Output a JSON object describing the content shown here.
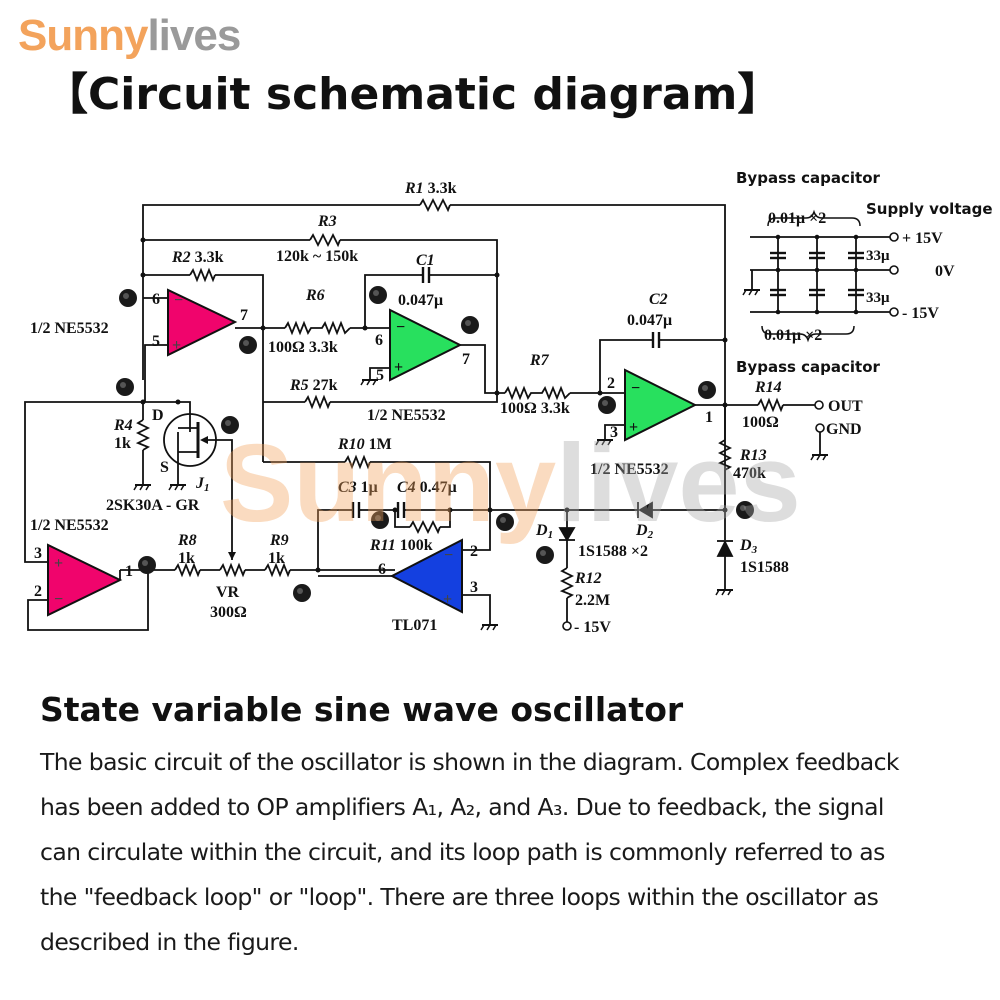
{
  "brand": {
    "part1": "Sunny",
    "part2": "lives",
    "color_primary": "#f3a35c",
    "color_secondary": "#9a9a9a"
  },
  "page_title": "【Circuit schematic diagram】",
  "schematic": {
    "opamps": [
      {
        "id": "A1",
        "label": "1/2 NE5532",
        "color": "#f0046c",
        "pins": [
          "6",
          "5",
          "7"
        ]
      },
      {
        "id": "A2",
        "label": "1/2 NE5532",
        "color": "#28e05e",
        "pins": [
          "6",
          "5",
          "7"
        ]
      },
      {
        "id": "A3",
        "label": "1/2 NE5532",
        "color": "#28e05e",
        "pins": [
          "2",
          "3",
          "1"
        ]
      },
      {
        "id": "A4",
        "label": "1/2 NE5532",
        "color": "#f0046c",
        "pins": [
          "3",
          "2",
          "1"
        ]
      },
      {
        "id": "A5",
        "label": "TL071",
        "color": "#1440e0",
        "pins": [
          "2",
          "3",
          "6"
        ]
      }
    ],
    "resistors": [
      {
        "name": "R1",
        "sub": "1",
        "value": "3.3k"
      },
      {
        "name": "R2",
        "sub": "2",
        "value": "3.3k"
      },
      {
        "name": "R3",
        "sub": "3",
        "value": "120k ~ 150k"
      },
      {
        "name": "R4",
        "sub": "4",
        "value": "1k"
      },
      {
        "name": "R5",
        "sub": "5",
        "value": "27k"
      },
      {
        "name": "R6",
        "sub": "6",
        "value": "100Ω 3.3k"
      },
      {
        "name": "R7",
        "sub": "7",
        "value": "100Ω 3.3k"
      },
      {
        "name": "R8",
        "sub": "8",
        "value": "1k"
      },
      {
        "name": "R9",
        "sub": "9",
        "value": "1k"
      },
      {
        "name": "R10",
        "sub": "10",
        "value": "1M"
      },
      {
        "name": "R11",
        "sub": "11",
        "value": "100k"
      },
      {
        "name": "R12",
        "sub": "12",
        "value": "2.2M"
      },
      {
        "name": "R13",
        "sub": "13",
        "value": "470k"
      },
      {
        "name": "R14",
        "sub": "14",
        "value": "100Ω"
      }
    ],
    "capacitors": [
      {
        "name": "C1",
        "sub": "1",
        "value": "0.047μ"
      },
      {
        "name": "C2",
        "sub": "2",
        "value": "0.047μ"
      },
      {
        "name": "C3",
        "sub": "3",
        "value": "1μ"
      },
      {
        "name": "C4",
        "sub": "4",
        "value": "0.47μ"
      }
    ],
    "diodes": {
      "d1": "D",
      "d1_sub": "1",
      "d2": "D",
      "d2_sub": "2",
      "d3": "D",
      "d3_sub": "3",
      "part12": "1S1588 ×2",
      "part3": "1S1588"
    },
    "jfet": {
      "name": "J",
      "sub": "1",
      "part": "2SK30A - GR",
      "drain": "D",
      "source": "S"
    },
    "vr": {
      "name": "VR",
      "value": "300Ω"
    },
    "terminals": {
      "out": "OUT",
      "gnd": "GND",
      "neg15": "- 15V"
    },
    "supply": {
      "title_top": "Bypass capacitor",
      "title_bottom": "Bypass capacitor",
      "supply_label": "Supply voltage",
      "cap_top": "0.01μ ×2",
      "cap_bottom": "0.01μ ×2",
      "elec1": "33μ",
      "elec2": "33μ",
      "pos": "+ 15V",
      "zero": "0V",
      "neg": "- 15V"
    }
  },
  "section": {
    "heading": "State variable sine wave oscillator",
    "lines": [
      "The basic circuit of the oscillator is shown in the diagram. Complex feedback",
      "has been added to OP amplifiers A₁, A₂, and A₃. Due to feedback, the signal",
      "can circulate within the circuit, and its loop path is commonly referred to as",
      "the \"feedback loop\" or \"loop\". There are three loops within the oscillator as",
      "described in the figure."
    ]
  }
}
